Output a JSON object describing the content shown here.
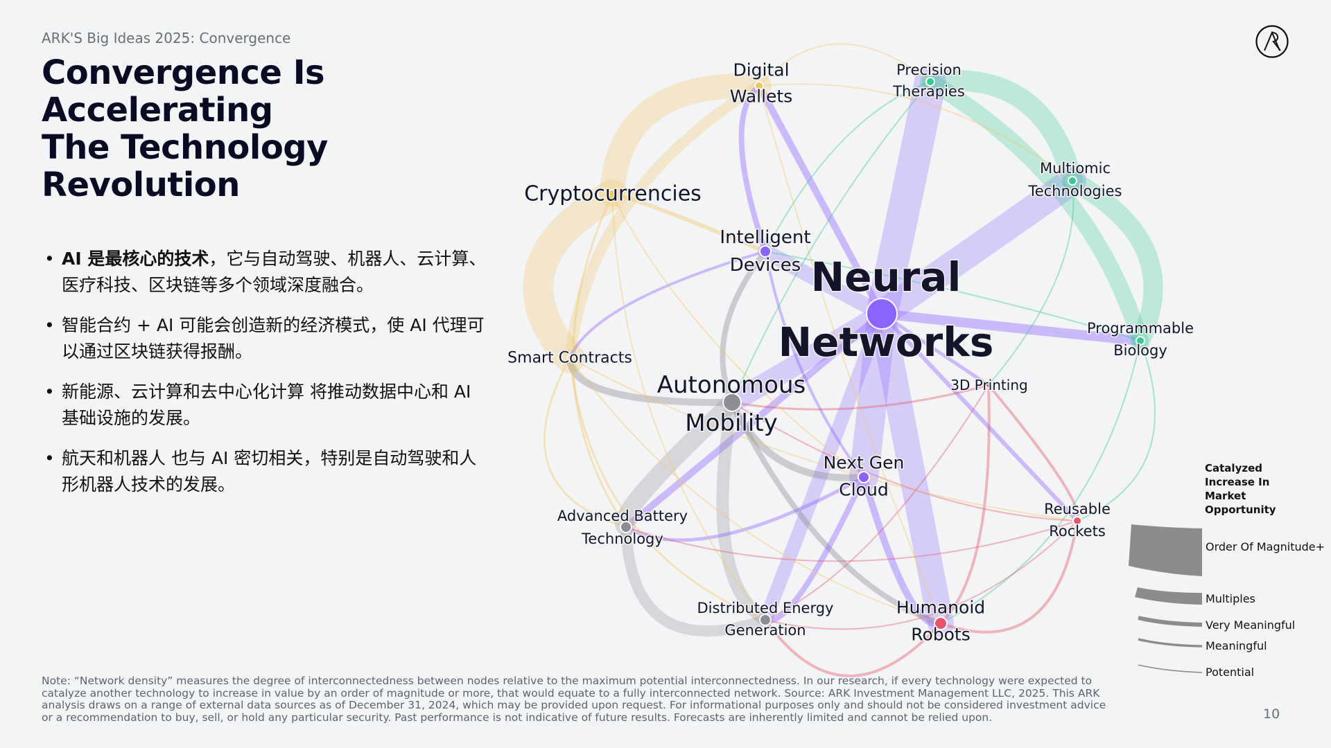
{
  "header": {
    "eyebrow": "ARK'S Big Ideas 2025: Convergence",
    "title_line1": "Convergence Is Accelerating",
    "title_line2": "The Technology Revolution"
  },
  "bullets": [
    {
      "bold": "AI 是最核心的技术",
      "text": "，它与自动驾驶、机器人、云计算、医疗科技、区块链等多个领域深度融合。"
    },
    {
      "bold": "",
      "text": "智能合约 + AI 可能会创造新的经济模式，使 AI 代理可以通过区块链获得报酬。"
    },
    {
      "bold": "",
      "text": "新能源、云计算和去中心化计算 将推动数据中心和 AI 基础设施的发展。"
    },
    {
      "bold": "",
      "text": "航天和机器人 也与 AI 密切相关，特别是自动驾驶和人形机器人技术的发展。"
    }
  ],
  "network": {
    "nodes": {
      "neural": {
        "line1": "Neural",
        "line2": "Networks",
        "color": "#8b63ff"
      },
      "autonomous": {
        "line1": "Autonomous",
        "line2": "Mobility",
        "color": "#8d8d95"
      },
      "crypto": {
        "line1": "Cryptocurrencies",
        "line2": "",
        "color": "#efc765"
      },
      "wallets": {
        "line1": "Digital",
        "line2": "Wallets",
        "color": "#efc765"
      },
      "precision": {
        "line1": "Precision",
        "line2": "Therapies",
        "color": "#36c98e"
      },
      "multiomic": {
        "line1": "Multiomic",
        "line2": "Technologies",
        "color": "#36c98e"
      },
      "biology": {
        "line1": "Programmable",
        "line2": "Biology",
        "color": "#36c98e"
      },
      "intelligent": {
        "line1": "Intelligent",
        "line2": "Devices",
        "color": "#8b63ff"
      },
      "smart": {
        "line1": "Smart Contracts",
        "line2": "",
        "color": "#efc765"
      },
      "printing": {
        "line1": "3D Printing",
        "line2": "",
        "color": "#e4566c"
      },
      "cloud": {
        "line1": "Next Gen",
        "line2": "Cloud",
        "color": "#8b63ff"
      },
      "battery": {
        "line1": "Advanced Battery",
        "line2": "Technology",
        "color": "#8d8d95"
      },
      "rockets": {
        "line1": "Reusable",
        "line2": "Rockets",
        "color": "#e4566c"
      },
      "energy": {
        "line1": "Distributed Energy",
        "line2": "Generation",
        "color": "#8d8d95"
      },
      "humanoid": {
        "line1": "Humanoid",
        "line2": "Robots",
        "color": "#e4566c"
      }
    }
  },
  "legend": {
    "title": "Catalyzed Increase In Market Opportunity",
    "items": [
      "Order Of Magnitude+",
      "Multiples",
      "Very Meaningful",
      "Meaningful",
      "Potential"
    ]
  },
  "footer": {
    "note": "Note: “Network density” measures the degree of interconnectedness between nodes relative to the maximum potential interconnectedness. In our research, if every technology were expected to catalyze another technology to increase in value by an order of magnitude or more, that would equate to a fully interconnected network. Source: ARK Investment Management LLC, 2025. This ARK analysis draws on a range of external data sources as of December 31, 2024, which may be provided upon request. For informational purposes only and should not be considered investment advice or a recommendation to buy, sell, or hold any particular security. Past performance is not indicative of future results. Forecasts are inherently limited and cannot be relied upon.",
    "page_number": "10"
  },
  "colors": {
    "ai": "#8b63ff",
    "blockchain": "#efc765",
    "biology": "#36c98e",
    "energy": "#8d8d95",
    "robotics": "#e4566c",
    "background": "#f3f4f5"
  }
}
